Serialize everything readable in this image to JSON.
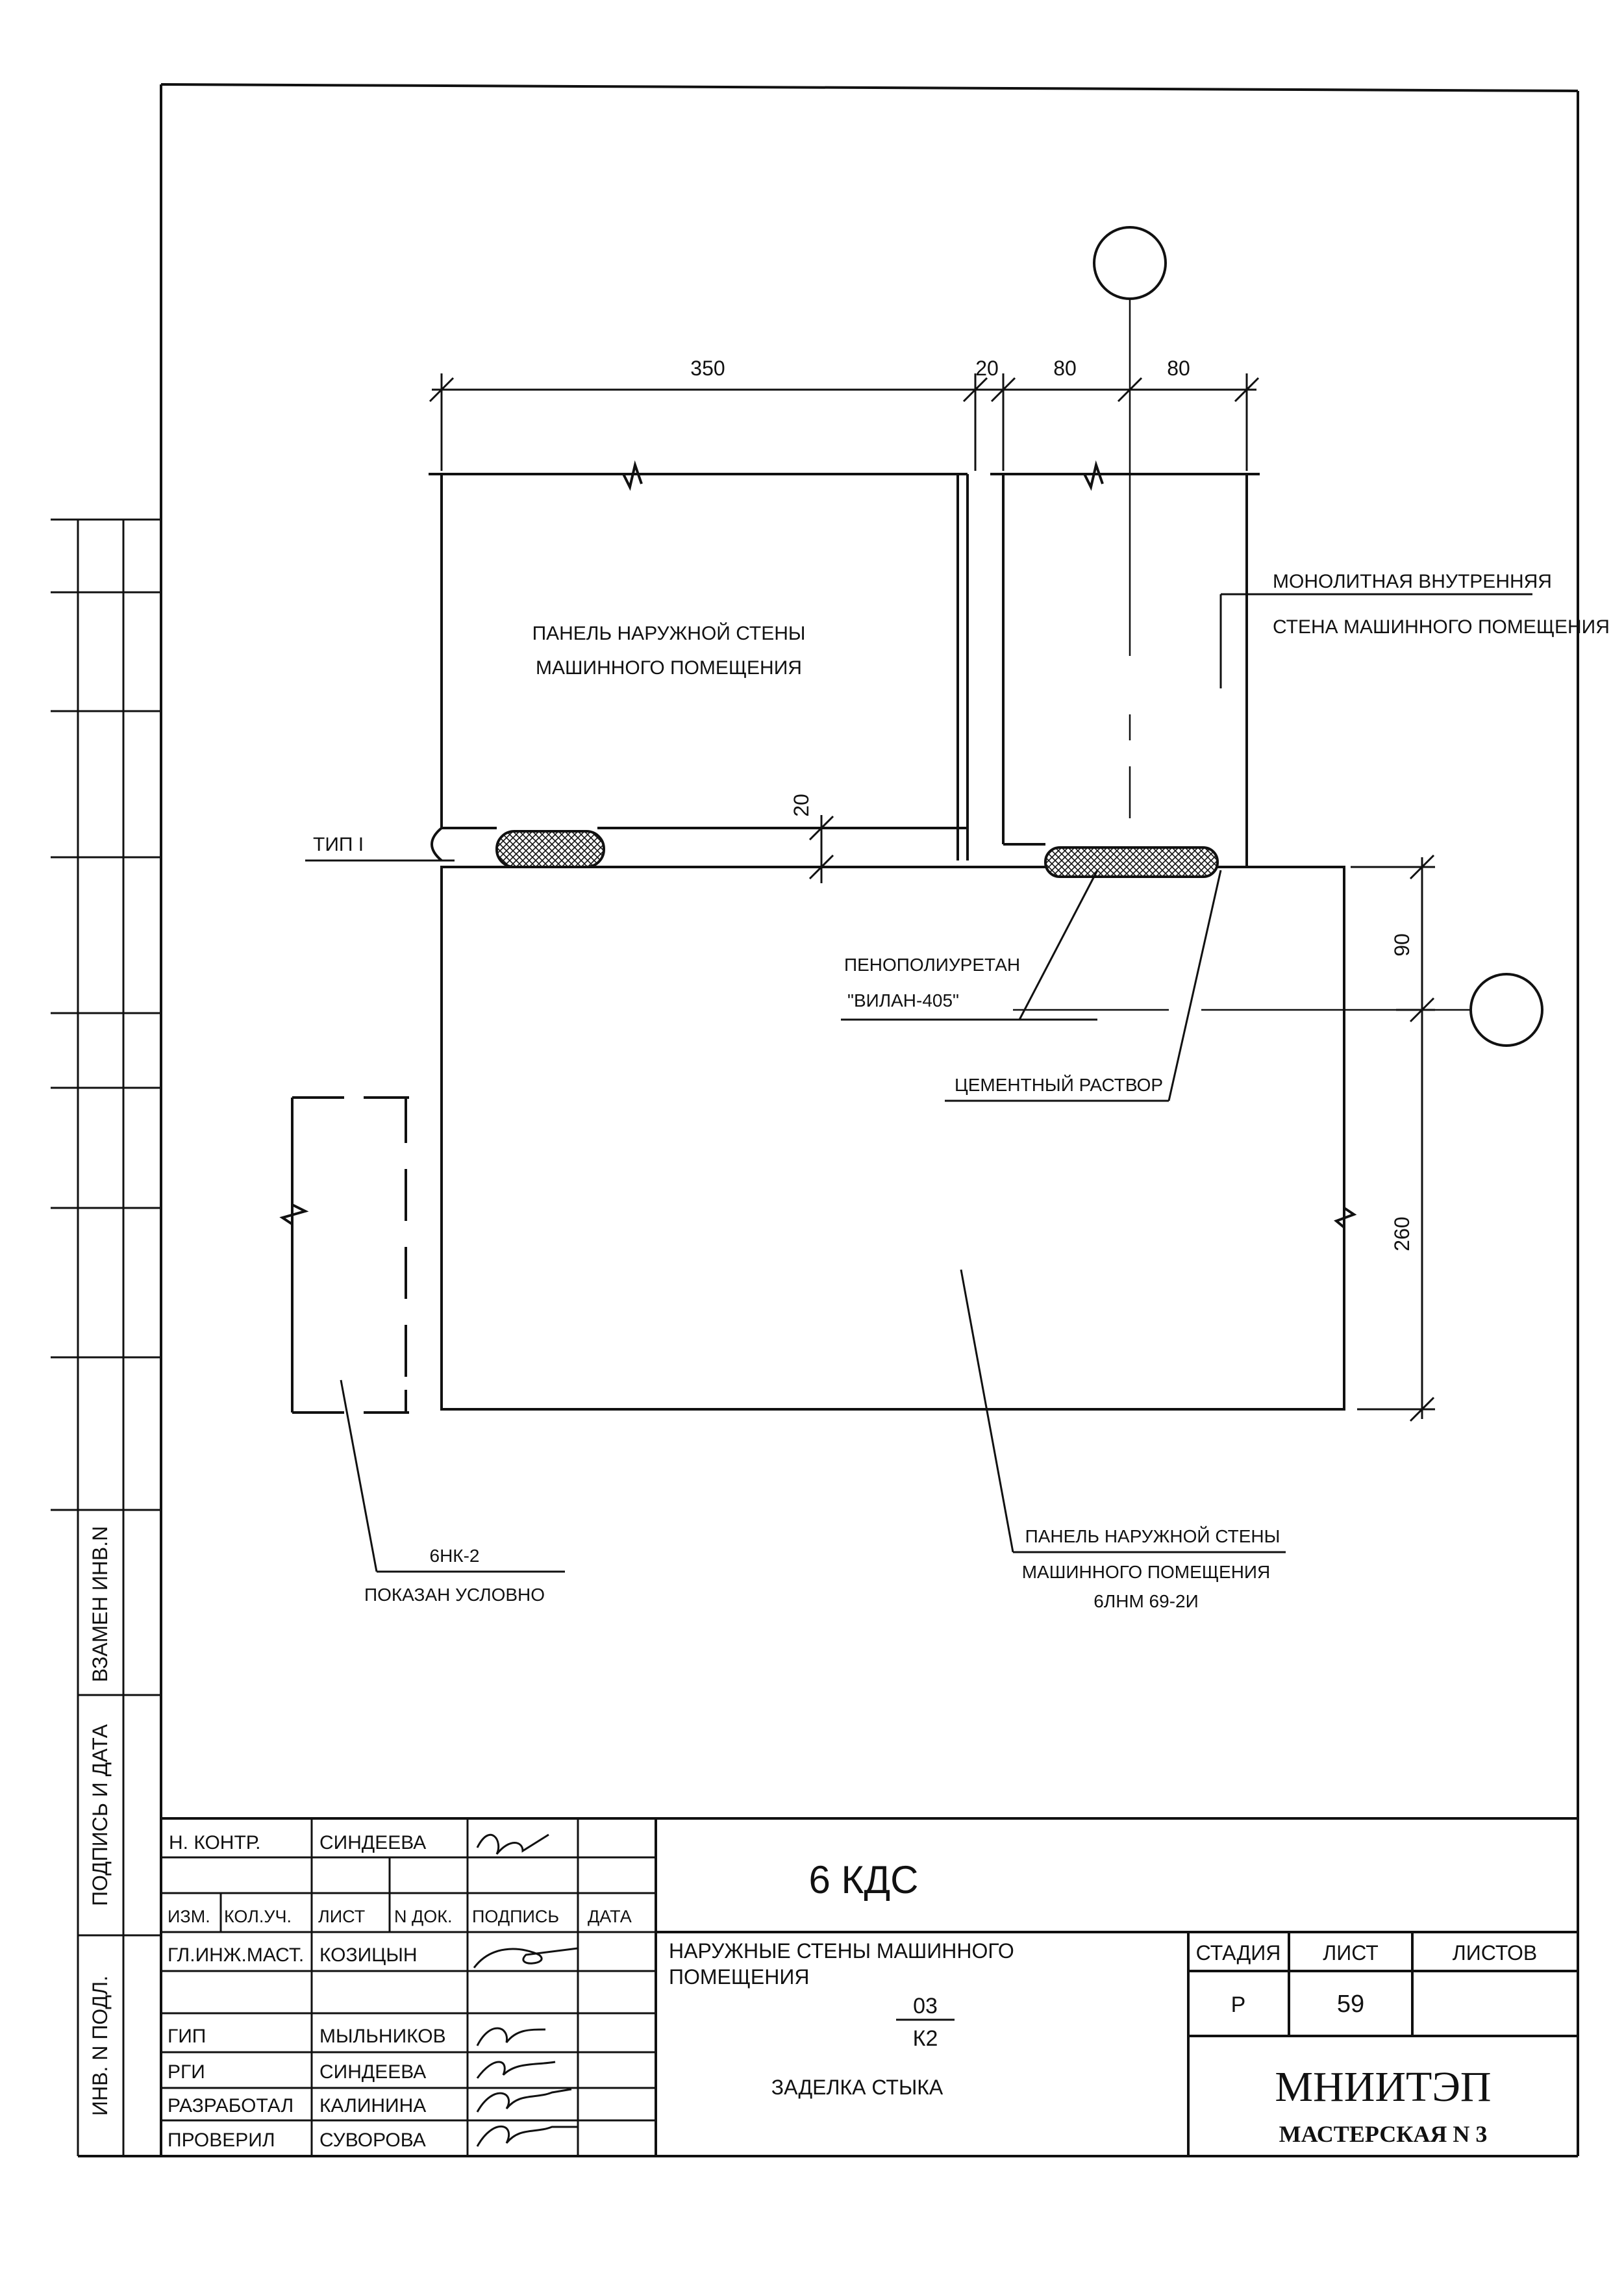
{
  "drawing": {
    "dimensions": {
      "top": [
        "350",
        "20",
        "80",
        "80"
      ],
      "gap_vertical": "20",
      "right": [
        "90",
        "260"
      ]
    },
    "labels": {
      "panel_top": [
        "ПАНЕЛЬ НАРУЖНОЙ СТЕНЫ",
        "МАШИННОГО ПОМЕЩЕНИЯ"
      ],
      "monolith": [
        "МОНОЛИТНАЯ ВНУТРЕННЯЯ",
        "СТЕНА МАШИННОГО ПОМЕЩЕНИЯ"
      ],
      "type": "ТИП I",
      "foam": [
        "ПЕНОПОЛИУРЕТАН",
        "\"ВИЛАН-405\""
      ],
      "mortar": "ЦЕМЕНТНЫЙ РАСТВОР",
      "column": [
        "6НК-2",
        "ПОКАЗАН УСЛОВНО"
      ],
      "panel_bottom": [
        "ПАНЕЛЬ НАРУЖНОЙ СТЕНЫ",
        "МАШИННОГО ПОМЕЩЕНИЯ",
        "6ЛНМ 69-2И"
      ]
    }
  },
  "side_stamp": {
    "vzamen": "ВЗАМЕН ИНВ.N",
    "podpis_data": "ПОДПИСЬ И ДАТА",
    "inv_podl": "ИНВ. N ПОДЛ."
  },
  "title_block": {
    "code": "6 КДС",
    "rows": [
      {
        "role": "Н. КОНТР.",
        "name": "СИНДЕЕВА"
      },
      {
        "role": "ГЛ.ИНЖ.МАСТ.",
        "name": "КОЗИЦЫН"
      },
      {
        "role": "ГИП",
        "name": "МЫЛЬНИКОВ"
      },
      {
        "role": "РГИ",
        "name": "СИНДЕЕВА"
      },
      {
        "role": "РАЗРАБОТАЛ",
        "name": "КАЛИНИНА"
      },
      {
        "role": "ПРОВЕРИЛ",
        "name": "СУВОРОВА"
      }
    ],
    "headers": [
      "ИЗМ.",
      "КОЛ.УЧ.",
      "ЛИСТ",
      "N ДОК.",
      "ПОДПИСЬ",
      "ДАТА"
    ],
    "subject": [
      "НАРУЖНЫЕ СТЕНЫ МАШИННОГО",
      "ПОМЕЩЕНИЯ"
    ],
    "sheet_code_top": "03",
    "sheet_code_bottom": "К2",
    "title": "ЗАДЕЛКА СТЫКА",
    "stage_label": "СТАДИЯ",
    "sheet_label": "ЛИСТ",
    "sheets_label": "ЛИСТОВ",
    "stage": "Р",
    "sheet": "59",
    "sheets": "",
    "org": "МНИИТЭП",
    "workshop": "МАСТЕРСКАЯ N 3"
  }
}
